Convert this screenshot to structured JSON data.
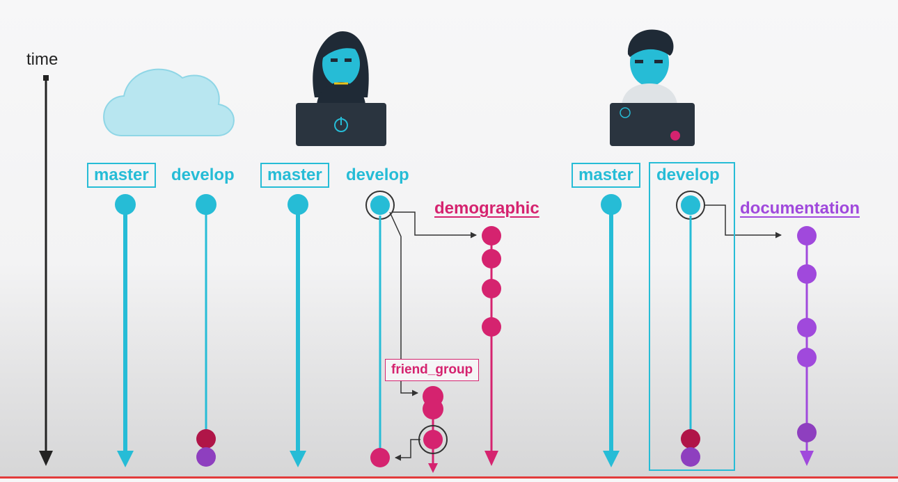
{
  "axis": {
    "label": "time"
  },
  "cloud": {
    "master": "master",
    "develop": "develop"
  },
  "dev1": {
    "master": "master",
    "develop": "develop",
    "feature_a": "demographic",
    "feature_b": "friend_group"
  },
  "dev2": {
    "master": "master",
    "develop": "develop",
    "feature": "documentation"
  },
  "colors": {
    "teal": "#26bcd6",
    "magenta": "#d5236f",
    "purple": "#a049dc",
    "maroon": "#b01548",
    "dark": "#222222"
  },
  "icons": [
    "cloud-icon",
    "developer-woman-icon",
    "developer-man-icon",
    "laptop-icon"
  ]
}
